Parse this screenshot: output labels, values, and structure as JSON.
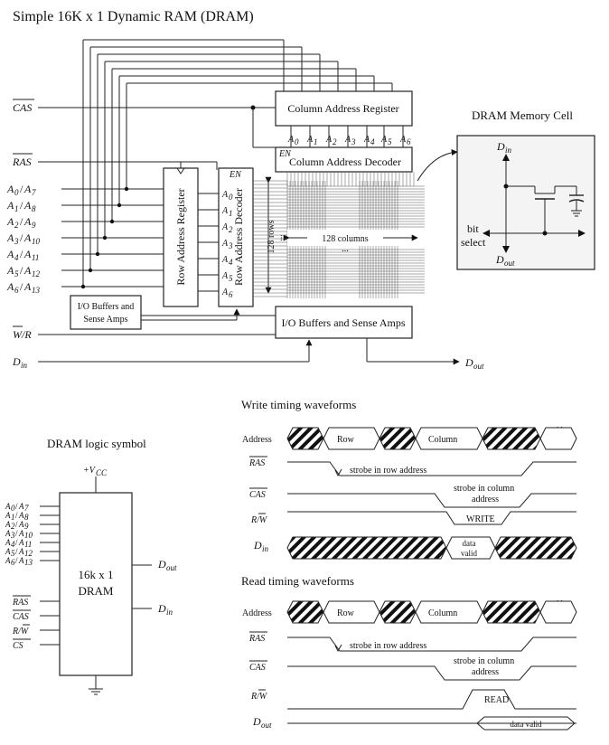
{
  "title": "Simple 16K x 1 Dynamic RAM (DRAM)",
  "signals": {
    "cas": "CAS",
    "ras": "RAS",
    "wr": "W/R",
    "din": "D",
    "din_sub": "in",
    "dout": "D",
    "dout_sub": "out"
  },
  "address_inputs": [
    {
      "a": "A",
      "as": "0",
      "b": "A",
      "bs": "7"
    },
    {
      "a": "A",
      "as": "1",
      "b": "A",
      "bs": "8"
    },
    {
      "a": "A",
      "as": "2",
      "b": "A",
      "bs": "9"
    },
    {
      "a": "A",
      "as": "3",
      "b": "A",
      "bs": "10"
    },
    {
      "a": "A",
      "as": "4",
      "b": "A",
      "bs": "11"
    },
    {
      "a": "A",
      "as": "5",
      "b": "A",
      "bs": "12"
    },
    {
      "a": "A",
      "as": "6",
      "b": "A",
      "bs": "13"
    }
  ],
  "blocks": {
    "column_address_register": "Column Address Register",
    "column_address_decoder": "Column Address Decoder",
    "row_address_register": "Row Address Register",
    "row_address_decoder": "Row Address Decoder",
    "io_buffers": "I/O Buffers and Sense Amps",
    "io_small_l1": "I/O Buffers and",
    "io_small_l2": "Sense Amps",
    "en": "EN"
  },
  "col_decoder_inputs": [
    "0",
    "1",
    "2",
    "3",
    "4",
    "5",
    "6"
  ],
  "row_decoder_inputs": [
    "0",
    "1",
    "2",
    "3",
    "4",
    "5",
    "6"
  ],
  "array": {
    "rows_label": "128 rows",
    "cols_label": "128 columns",
    "ellipsis": "..."
  },
  "memory_cell": {
    "title": "DRAM Memory Cell",
    "din": "D",
    "din_sub": "in",
    "dout": "D",
    "dout_sub": "out",
    "bit_select_l1": "bit",
    "bit_select_l2": "select"
  },
  "logic_symbol": {
    "title": "DRAM logic symbol",
    "vcc": "+V",
    "vcc_sub": "CC",
    "chip_l1": "16k x 1",
    "chip_l2": "DRAM",
    "control_pins": [
      "RAS",
      "CAS",
      "R/W",
      "CS"
    ],
    "out": "D",
    "out_sub": "out",
    "in": "D",
    "in_sub": "in"
  },
  "write_timing": {
    "title": "Write timing waveforms",
    "address": "Address",
    "row": "Row",
    "column": "Column",
    "ras": "RAS",
    "ras_note": "strobe in row address",
    "cas": "CAS",
    "cas_note_l1": "strobe in column",
    "cas_note_l2": "address",
    "rw": "R/W",
    "rw_note": "WRITE",
    "din": "D",
    "din_sub": "in",
    "data_l1": "data",
    "data_l2": "valid"
  },
  "read_timing": {
    "title": "Read timing waveforms",
    "address": "Address",
    "row": "Row",
    "column": "Column",
    "ras": "RAS",
    "ras_note": "strobe in row address",
    "cas": "CAS",
    "cas_note_l1": "strobe in column",
    "cas_note_l2": "address",
    "rw": "R/W",
    "rw_note": "READ",
    "dout": "D",
    "dout_sub": "out",
    "data": "data valid"
  }
}
